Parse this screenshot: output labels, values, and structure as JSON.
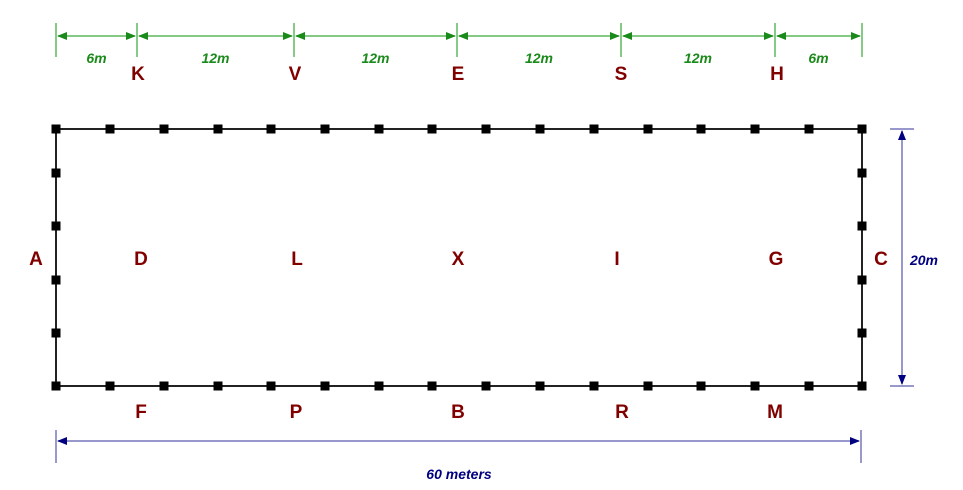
{
  "colors": {
    "letters": "#800000",
    "top_dimensions": "#1a8a1a",
    "overall_dimensions": "#000080",
    "arena": "#000000"
  },
  "top_dimensions": [
    "6m",
    "12m",
    "12m",
    "12m",
    "12m",
    "6m"
  ],
  "letters": {
    "top": [
      "K",
      "V",
      "E",
      "S",
      "H"
    ],
    "center": [
      "A",
      "D",
      "L",
      "X",
      "I",
      "G",
      "C"
    ],
    "bottom": [
      "F",
      "P",
      "B",
      "R",
      "M"
    ]
  },
  "width_label": "60 meters",
  "height_label": "20m"
}
